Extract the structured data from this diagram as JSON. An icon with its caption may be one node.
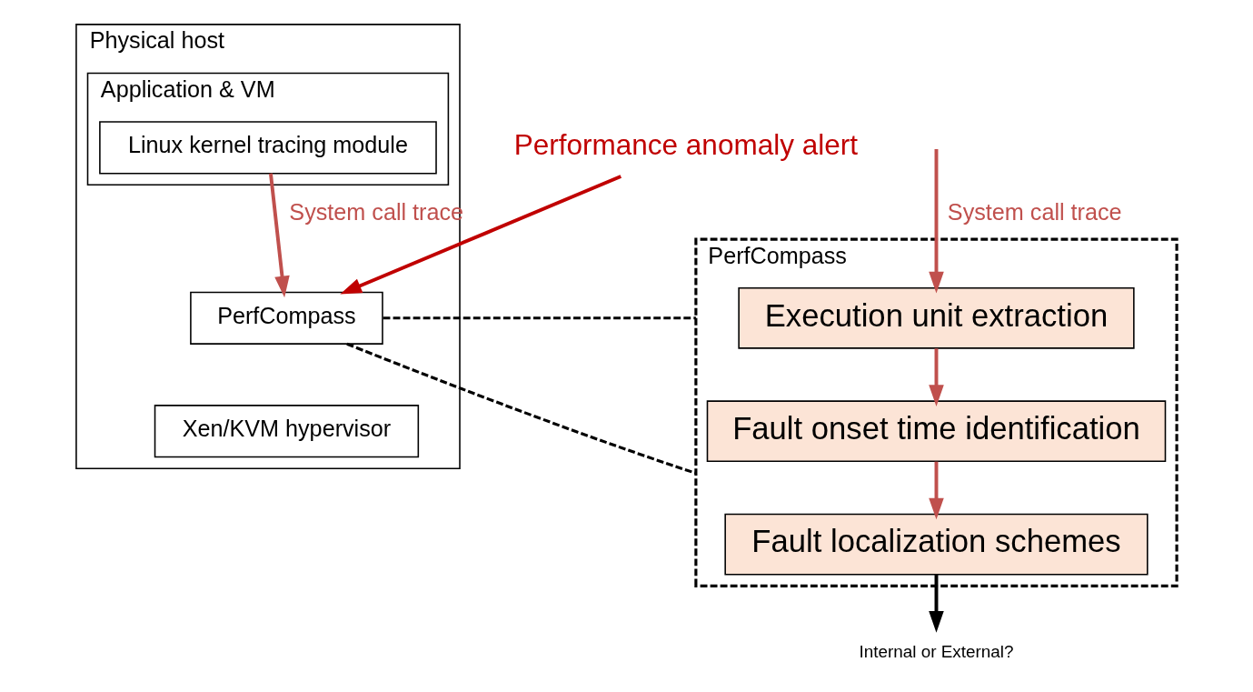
{
  "diagram": {
    "nodes": [
      {
        "text": [
          "Physical host"
        ]
      },
      {
        "text": [
          "Application & VM"
        ],
        "in": 0
      },
      {
        "text": [
          "Linux kernel tracing module"
        ],
        "in": 1
      },
      {
        "text": [
          "PerfCompass"
        ],
        "in": 0
      },
      {
        "text": [
          "Xen/KVM hypervisor"
        ],
        "in": 0
      },
      {
        "text": [
          "Performance anomaly alert"
        ]
      },
      {
        "text": [
          "PerfCompass"
        ]
      },
      {
        "text": [
          "Execution unit extraction"
        ],
        "in": 6
      },
      {
        "text": [
          "Fault onset time identification"
        ],
        "in": 6
      },
      {
        "text": [
          "Fault localization schemes"
        ],
        "in": 6
      },
      {
        "text": [
          "Internal or External?"
        ]
      }
    ],
    "edges": [
      {
        "from": 2,
        "to": 3,
        "arrow": "to",
        "label": "System call trace"
      },
      {
        "from": 5,
        "to": 3,
        "arrow": "to",
        "color": "#c00000"
      },
      {
        "from": 3,
        "to": 6,
        "arrow": "none",
        "style": "dashed",
        "color": "#000000"
      },
      {
        "from": 3,
        "to": 6,
        "arrow": "none",
        "style": "dashed",
        "color": "#000000"
      },
      {
        "from": null,
        "to": 7,
        "arrow": "to",
        "label": "System call trace"
      },
      {
        "from": 7,
        "to": 8,
        "arrow": "to"
      },
      {
        "from": 8,
        "to": 9,
        "arrow": "to"
      },
      {
        "from": 9,
        "to": 10,
        "arrow": "to",
        "color": "#000000"
      }
    ]
  }
}
